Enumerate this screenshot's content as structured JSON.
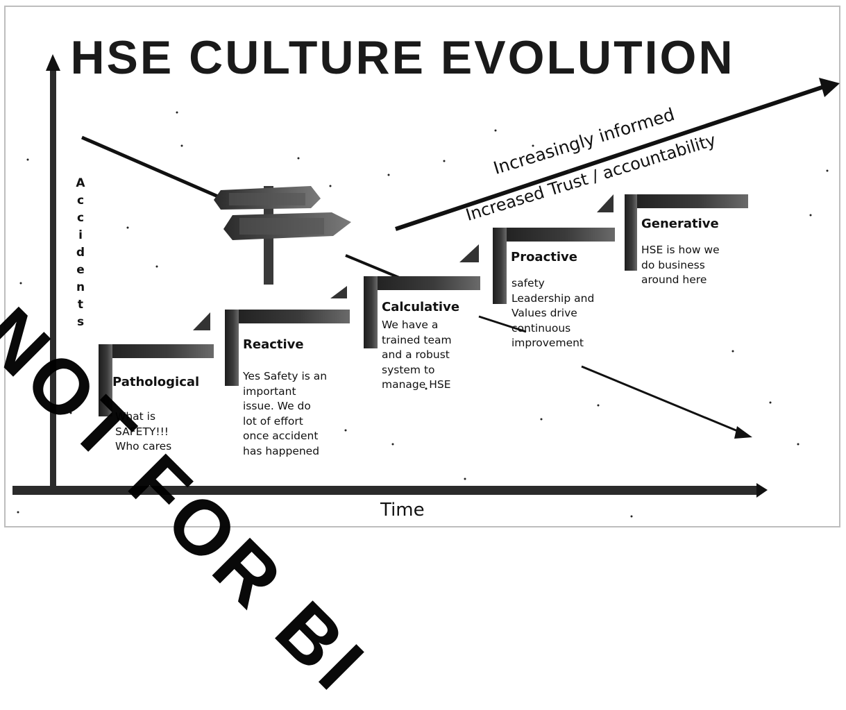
{
  "title": "HSE CULTURE EVOLUTION",
  "y_axis_letters": [
    "A",
    "c",
    "c",
    "i",
    "d",
    "e",
    "n",
    "t",
    "s"
  ],
  "x_axis_label": "Time",
  "upper_arrow_labels": [
    "Increasingly informed",
    "Increased Trust / accountability"
  ],
  "stages": [
    {
      "name": "Pathological",
      "description": [
        "What is",
        "SAFETY!!!",
        "Who cares"
      ]
    },
    {
      "name": "Reactive",
      "description": [
        "Yes Safety is an",
        "important",
        "issue. We do",
        "lot of effort",
        "once accident",
        "has happened"
      ]
    },
    {
      "name": "Calculative",
      "description": [
        "We have a",
        "trained team",
        "and a robust",
        "system to",
        "manage HSE"
      ]
    },
    {
      "name": "Proactive",
      "description": [
        "safety",
        "Leadership and",
        "Values drive",
        "continuous",
        "improvement"
      ]
    },
    {
      "name": "Generative",
      "description": [
        "HSE is how we",
        "do business",
        "around here"
      ]
    }
  ],
  "watermark": "NOT FOR BI",
  "colors": {
    "ink": "#111111",
    "step_dark": "#2a2a2a",
    "step_light": "#6a6a6a"
  }
}
